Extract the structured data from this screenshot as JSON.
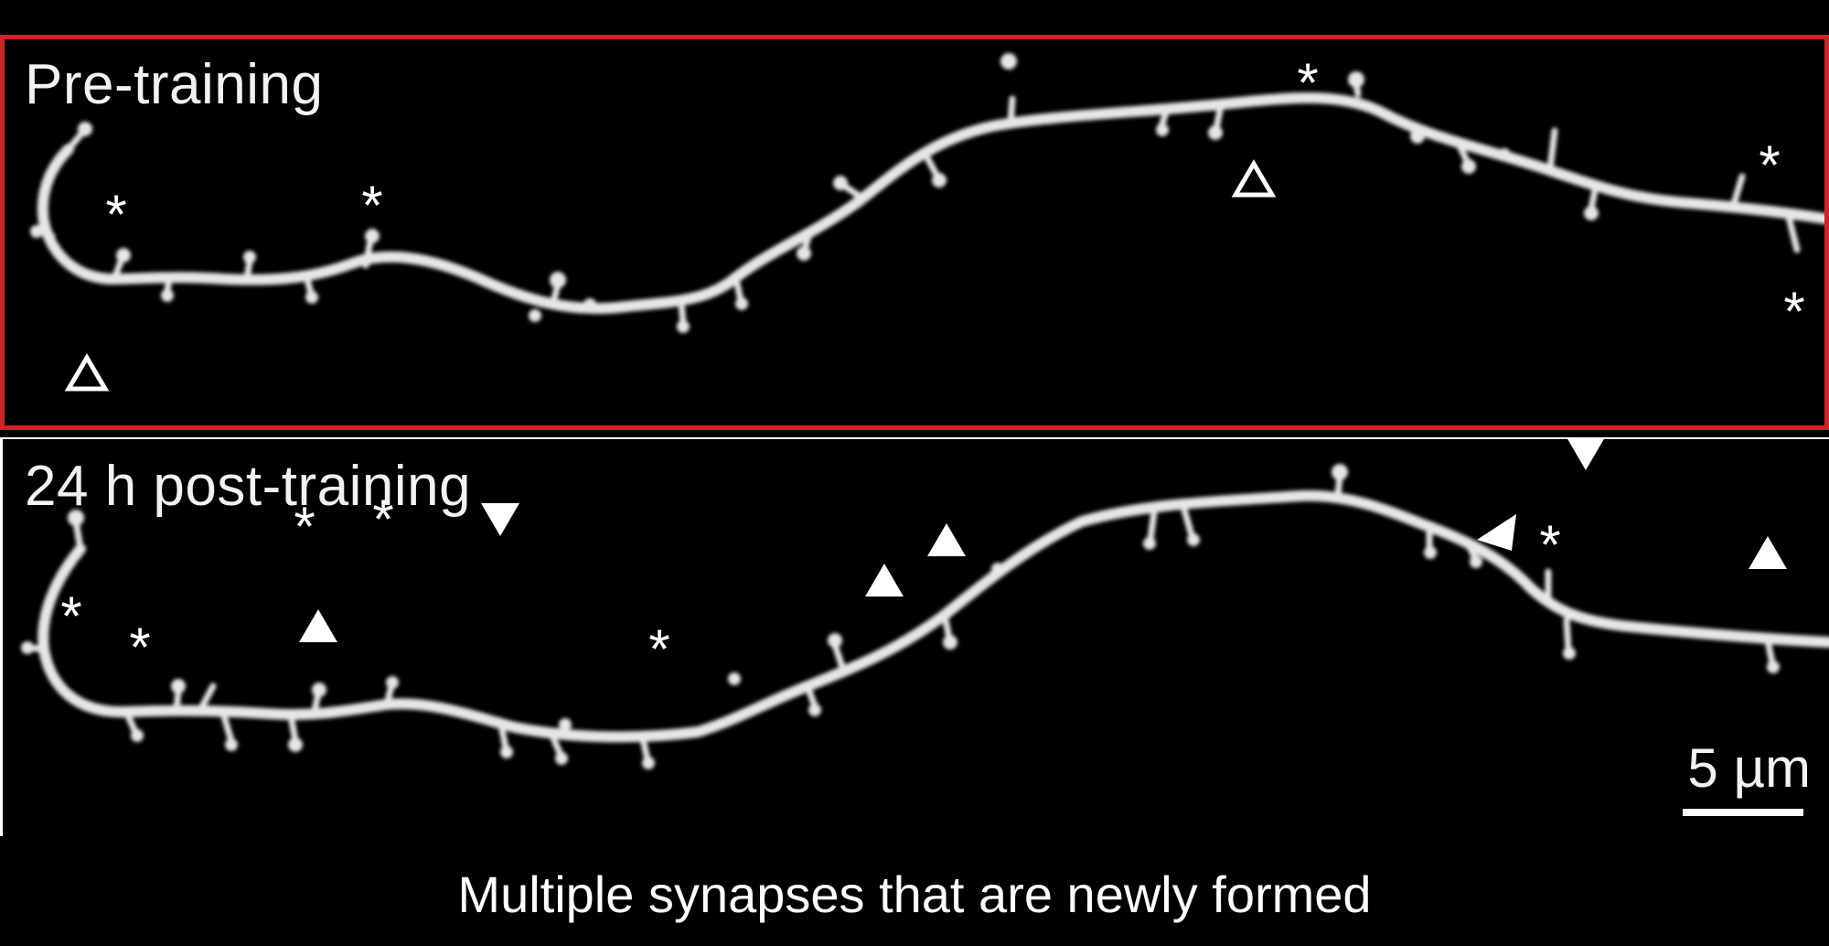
{
  "panels": {
    "pre": {
      "title": "Pre-training"
    },
    "post": {
      "title": "24 h post-training"
    }
  },
  "scale": {
    "label": "5 µm"
  },
  "caption": "Multiple synapses that are newly formed",
  "markers": {
    "star": "*"
  },
  "colors": {
    "border_pre": "#c8262a",
    "background": "#000000",
    "dendrite": "#e6e6e6"
  }
}
